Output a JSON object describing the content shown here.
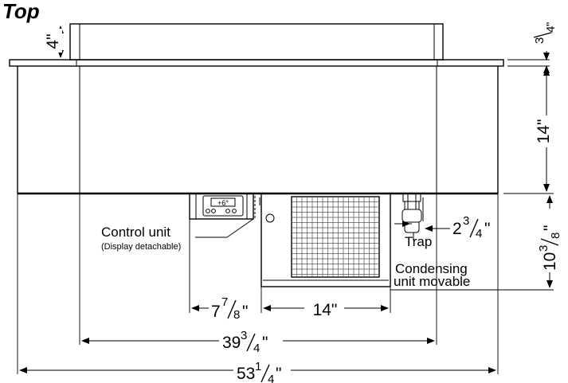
{
  "view_title": "Top",
  "dimensions": {
    "overall_width": {
      "whole": "53",
      "num": "1",
      "den": "4",
      "unit": "\""
    },
    "inner_width": {
      "whole": "39",
      "num": "3",
      "den": "4",
      "unit": "\""
    },
    "control_offset": {
      "whole": "7",
      "num": "7",
      "den": "8",
      "unit": "\""
    },
    "condensing_width": "14\"",
    "top_height": "4\"",
    "rim_thickness": {
      "num": "3",
      "den": "4",
      "unit": "\""
    },
    "well_depth": "14\"",
    "unit_depth": {
      "whole": "10",
      "num": "3",
      "den": "8",
      "unit": "\""
    },
    "trap_offset": {
      "whole": "2",
      "num": "3",
      "den": "4",
      "unit": "\""
    }
  },
  "labels": {
    "control_unit": "Control unit",
    "display_note": "(Display detachable)",
    "trap": "Trap",
    "condensing_line1": "Condensing",
    "condensing_line2": "unit movable"
  },
  "display": {
    "readout": "+6°"
  }
}
